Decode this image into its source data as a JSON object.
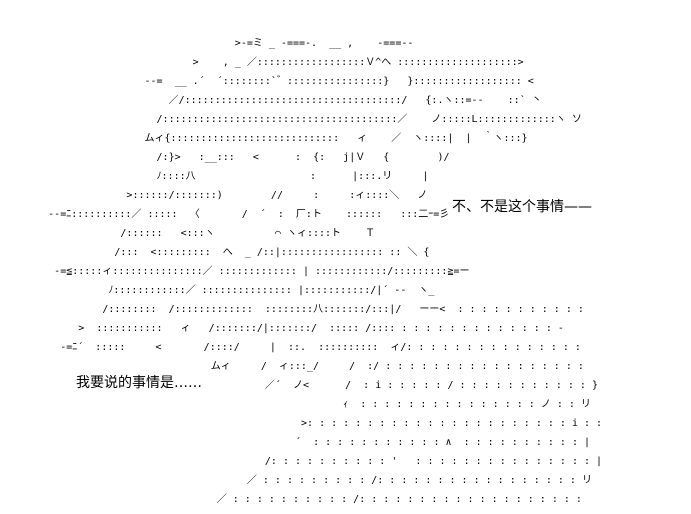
{
  "art": {
    "lines": [
      "                                       >-=ミ _ -===-.  __ ,    -===--",
      "                                >    , _ ／::::::::::::::::::Ｖ^へ ::::::::::::::::::::>",
      "                        --=  __ .´  ´::::::::`゛::::::::::::::::}   }:::::::::::::::::: <",
      "                            ／/::::::::::::::::::::::::::::::::::::/   {:.ヽ::=--    ::` 丶",
      "                          /:::::::::::::::::::::::::::::::::::::::／    ノ:::::L:::::::::::::ヽ ソ",
      "                        ムィ{::::::::::::::::::::::::::::   ィ    ／  ヽ::::|  |  ｀ヽ:::}",
      "                          /:}>   :__:::   <      :  {:   j|Ｖ   {        )/",
      "                          ﾉ::::八                   :      |:::.リ     |",
      "                     >::::::/:::::::)        //     :     :ィ::::＼   ノ",
      "        --=ﾆ::::::::::／ :::::  〈       /  ´  :  厂:ト    ::::::   :::二ｰ=彡",
      "                    /::::::   <:::ヽ          ⌒ ヽィ::::ト    Ｔ",
      "                   /:::  <:::::::::  へ  _ /::|::::::::::::::::: :: ＼ {",
      "         -=≦:::::ィ:::::::::::::::／ ::::::::::::: | ::::::::::::/:::::::::≧=ー",
      "                  ﾉ::::::::::::／ ::::::::::::::: |:::::::::::/|´ ‐‐  ヽ_",
      "                 /::::::::  /:::::::::::::  ::::::::八:::::::/:::|/   ーー<  : : : : : : : : : : :",
      "             >  :::::::::::   ィ   /:::::::/|:::::::/  ::::: /:::: : : : : : : : : : : : : : ‐",
      "          -=ﾆ´  :::::     <       /::::/     |  ::.  ::::::::::  ィ/: : : : : : : : : : : : : : :",
      "                                   ムィ     /  ィ:::_/     /  :/ : : : : : : : : : : : : : : : : :",
      "                                            ／´  ノ<      /  : i : : : : : / : : : : : : : : : : : }",
      "                                                         ｨ  : : : : : : : : : : : : : : : ノ : : リ",
      "                                                  >: : : : : : : : : : : : : : : : : : : : : : i : :",
      "                                                 ´  : : : : : : : : : : : ∧  : : : : : : : : : : |",
      "                                            /: : : : : : : : : : '   : : : : : : : : : : : : : : : |",
      "                                         ／ : : : : : : : : : /: : : : : : : : : : : : : : : : : リ",
      "                                    ／ : : : : : : : : : : /: : : : : : : : : : : : : : : : : : :"
    ]
  },
  "captions": {
    "right": "不、不是这个事情——",
    "left": "我要说的事情是……"
  }
}
